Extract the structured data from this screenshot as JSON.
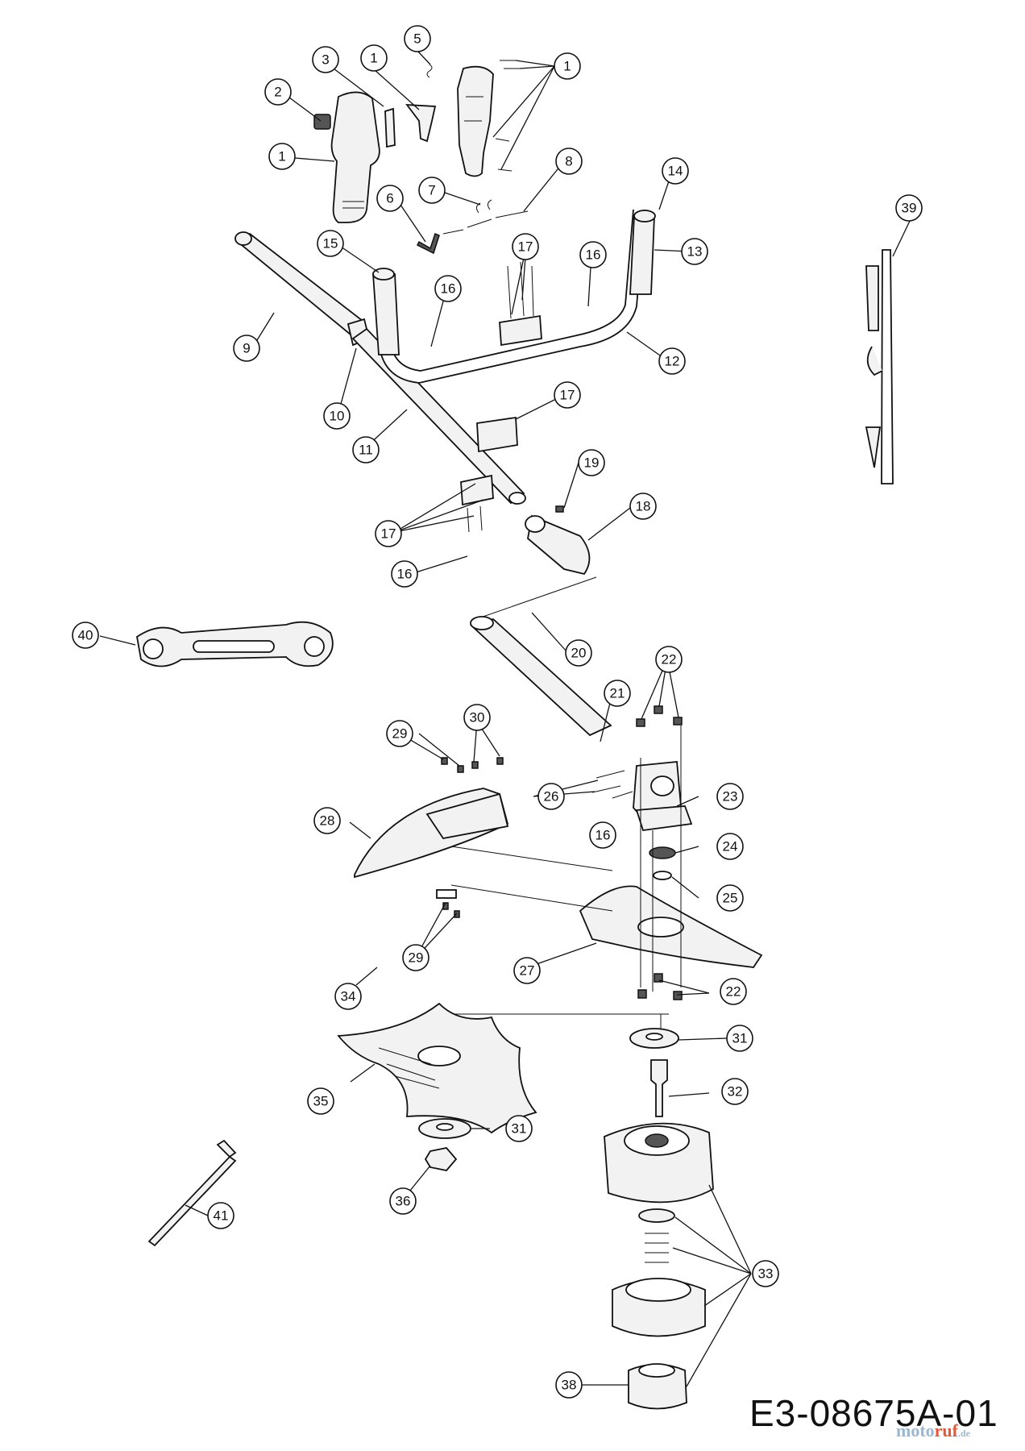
{
  "drawing_number": "E3-08675A-01",
  "watermark": {
    "part1": "moto",
    "part2": "ruf",
    "part3": ".de"
  },
  "callouts": [
    {
      "id": "c1a",
      "label": "1"
    },
    {
      "id": "c1b",
      "label": "1"
    },
    {
      "id": "c1c",
      "label": "1"
    },
    {
      "id": "c2",
      "label": "2"
    },
    {
      "id": "c3",
      "label": "3"
    },
    {
      "id": "c5",
      "label": "5"
    },
    {
      "id": "c6",
      "label": "6"
    },
    {
      "id": "c7",
      "label": "7"
    },
    {
      "id": "c8",
      "label": "8"
    },
    {
      "id": "c9",
      "label": "9"
    },
    {
      "id": "c10",
      "label": "10"
    },
    {
      "id": "c11",
      "label": "11"
    },
    {
      "id": "c12",
      "label": "12"
    },
    {
      "id": "c13",
      "label": "13"
    },
    {
      "id": "c14",
      "label": "14"
    },
    {
      "id": "c15",
      "label": "15"
    },
    {
      "id": "c16a",
      "label": "16"
    },
    {
      "id": "c16b",
      "label": "16"
    },
    {
      "id": "c16c",
      "label": "16"
    },
    {
      "id": "c16d",
      "label": "16"
    },
    {
      "id": "c17a",
      "label": "17"
    },
    {
      "id": "c17b",
      "label": "17"
    },
    {
      "id": "c17c",
      "label": "17"
    },
    {
      "id": "c18",
      "label": "18"
    },
    {
      "id": "c19",
      "label": "19"
    },
    {
      "id": "c20",
      "label": "20"
    },
    {
      "id": "c21",
      "label": "21"
    },
    {
      "id": "c22a",
      "label": "22"
    },
    {
      "id": "c22b",
      "label": "22"
    },
    {
      "id": "c23",
      "label": "23"
    },
    {
      "id": "c24",
      "label": "24"
    },
    {
      "id": "c25",
      "label": "25"
    },
    {
      "id": "c26",
      "label": "26"
    },
    {
      "id": "c27",
      "label": "27"
    },
    {
      "id": "c28",
      "label": "28"
    },
    {
      "id": "c29a",
      "label": "29"
    },
    {
      "id": "c29b",
      "label": "29"
    },
    {
      "id": "c30",
      "label": "30"
    },
    {
      "id": "c31a",
      "label": "31"
    },
    {
      "id": "c31b",
      "label": "31"
    },
    {
      "id": "c32",
      "label": "32"
    },
    {
      "id": "c33",
      "label": "33"
    },
    {
      "id": "c34",
      "label": "34"
    },
    {
      "id": "c35",
      "label": "35"
    },
    {
      "id": "c36",
      "label": "36"
    },
    {
      "id": "c38",
      "label": "38"
    },
    {
      "id": "c39",
      "label": "39"
    },
    {
      "id": "c40",
      "label": "40"
    },
    {
      "id": "c41",
      "label": "41"
    }
  ]
}
